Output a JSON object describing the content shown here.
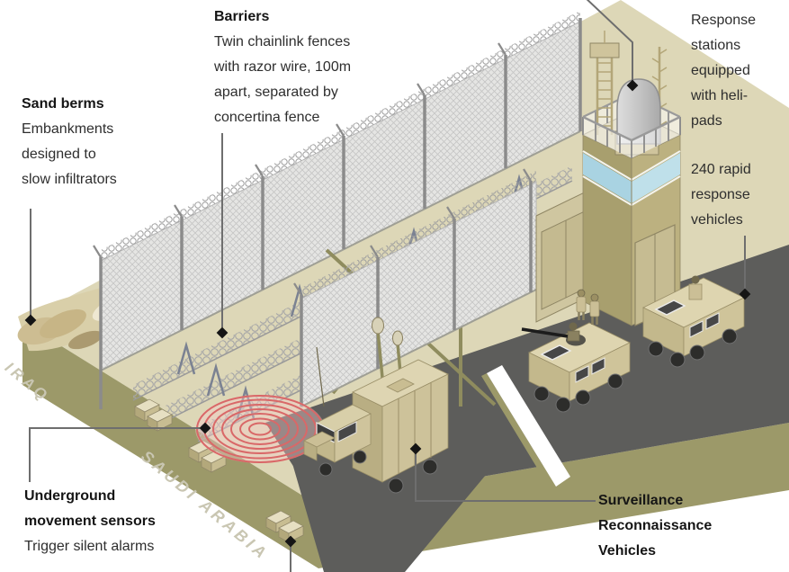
{
  "figure": {
    "region_left": "IRAQ",
    "region_right": "SAUDI ARABIA"
  },
  "labels": {
    "sand_berms": {
      "title": "Sand berms",
      "lines": [
        "Embankments",
        "designed to",
        "slow infiltrators"
      ]
    },
    "barriers": {
      "title": "Barriers",
      "lines": [
        "Twin chainlink fences",
        "with razor wire, 100m",
        "apart, separated by",
        "concertina fence"
      ]
    },
    "response_stations": {
      "lines": [
        "Response",
        "stations",
        "equipped",
        "with heli-",
        "pads"
      ]
    },
    "rapid_response": {
      "lines": [
        "240 rapid",
        "response",
        "vehicles"
      ]
    },
    "underground_sensors": {
      "title_lines": [
        "Underground",
        "movement sensors"
      ],
      "body": "Trigger silent alarms"
    },
    "surveillance": {
      "lines": [
        "Surveillance",
        "Reconnaissance",
        "Vehicles"
      ]
    }
  },
  "palette": {
    "ground_top": "#ddd7b7",
    "ground_face": "#9c9969",
    "road": "#5d5d5b",
    "fence_panel": "#e3e3e1",
    "tower_left_face": "#a89f6e",
    "tower_right_face": "#bcb180",
    "tower_blue_band": "#aed5e3",
    "sensor_red": "#d96868",
    "berm_sand": "#d9cfa9",
    "leader_line": "#6e6e6e",
    "label_text": "#2e2e2e",
    "region_text": "#c9c6b2"
  }
}
